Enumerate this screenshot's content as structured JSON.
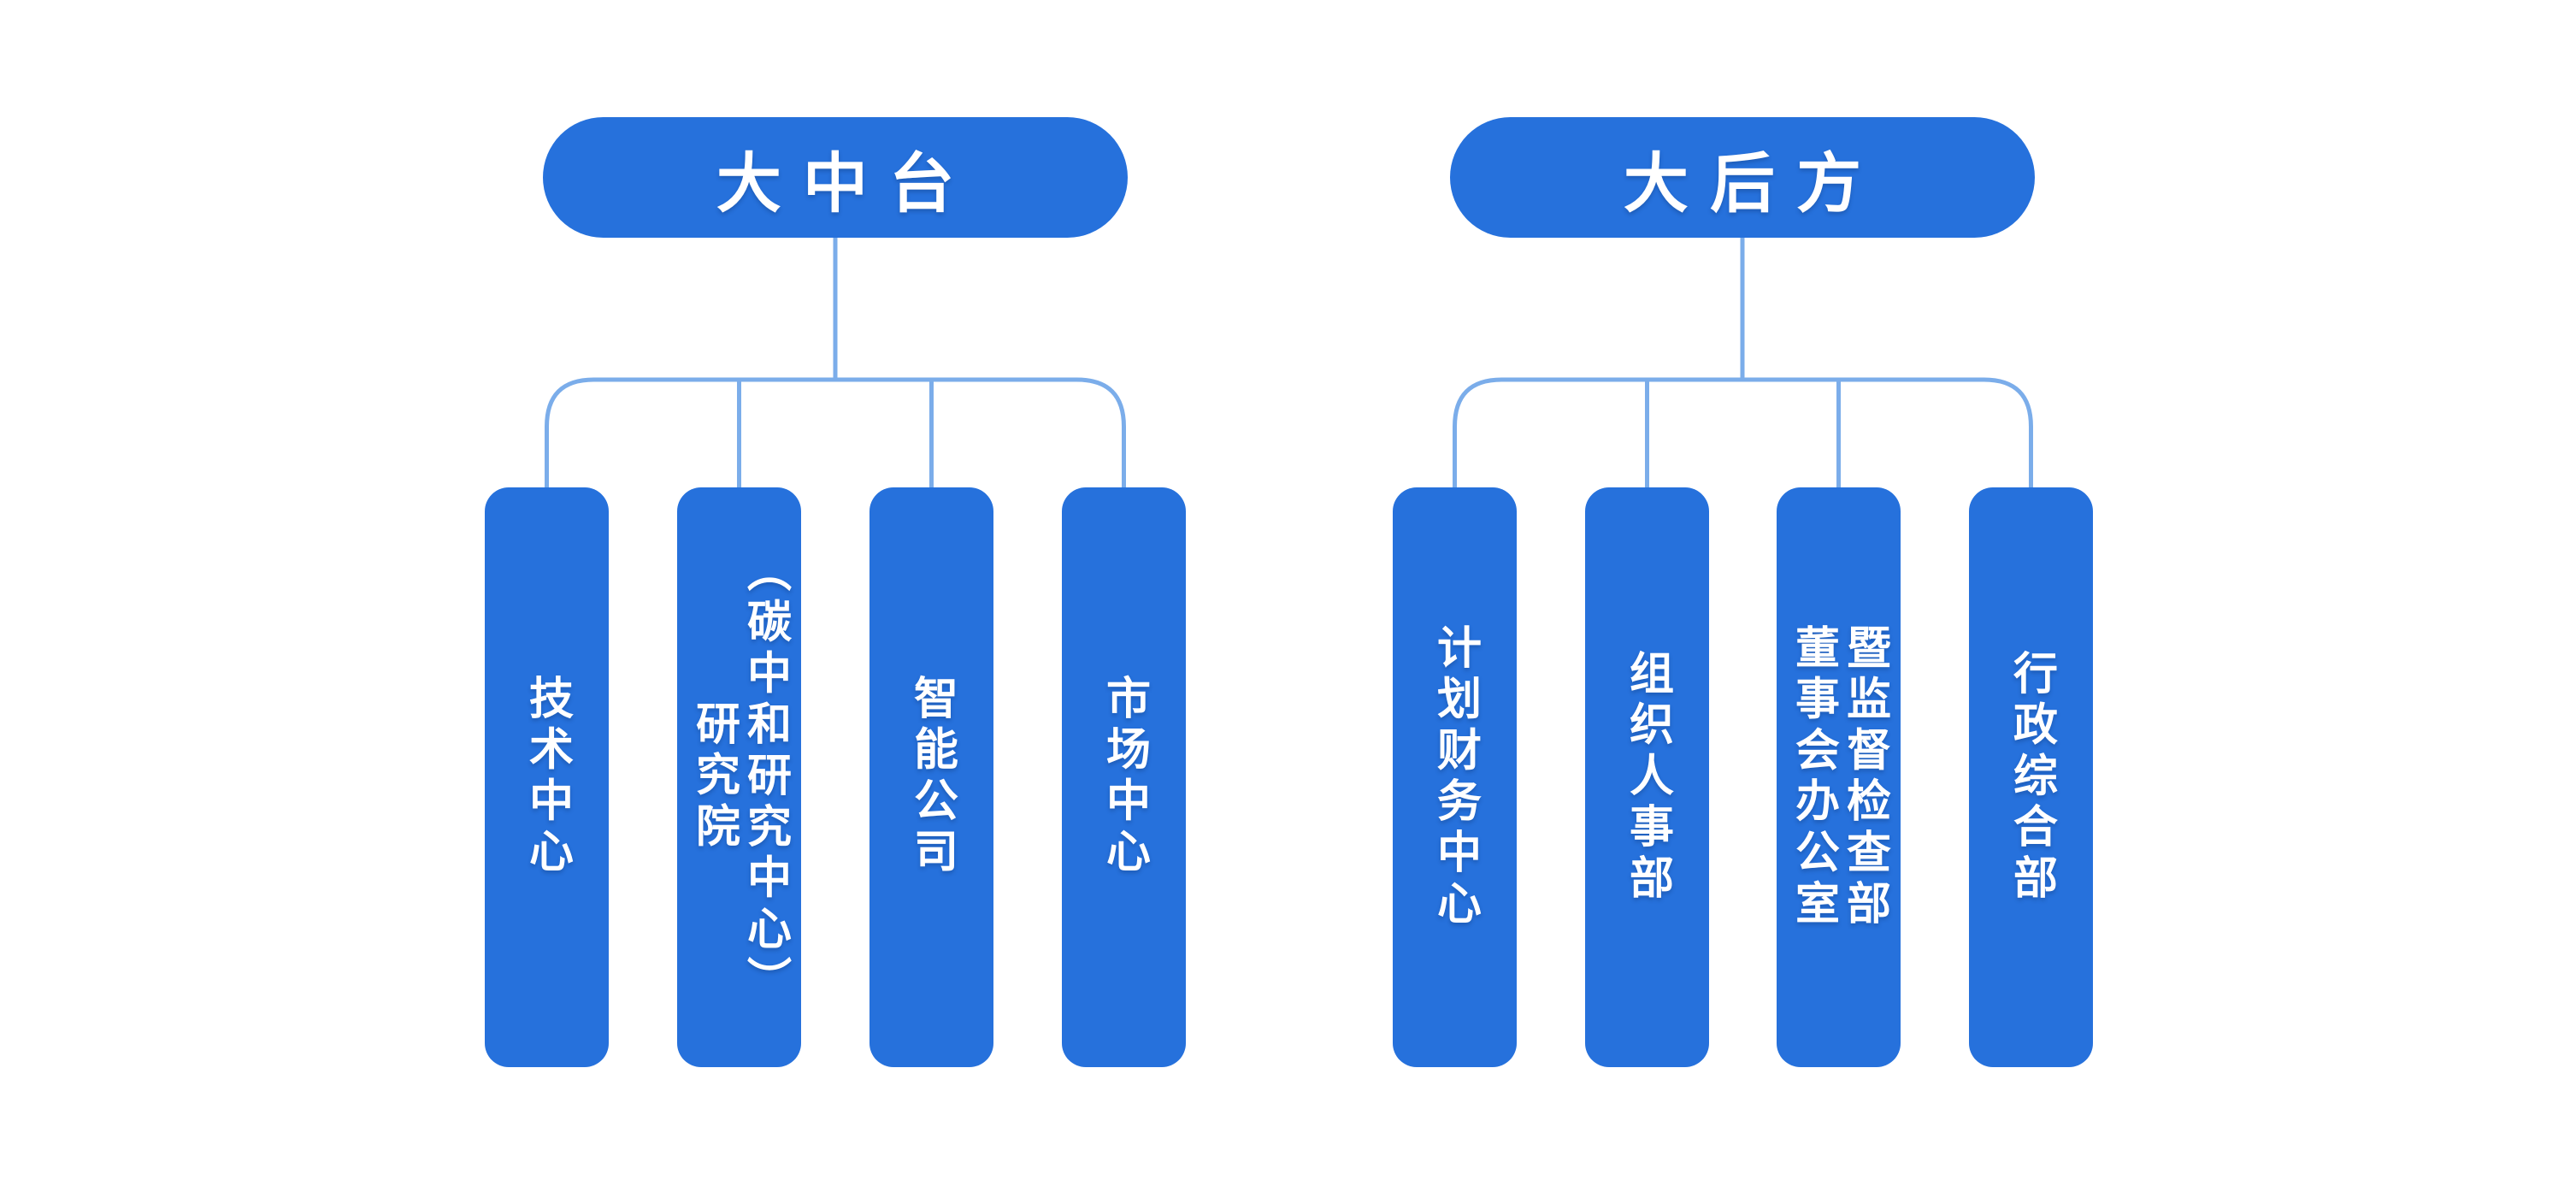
{
  "diagram": {
    "type": "org-chart",
    "background_color": "#ffffff",
    "node_fill_color": "#2671dc",
    "node_text_color": "#ffffff",
    "connector_color": "#7badea"
  },
  "groups": [
    {
      "title": "大中台",
      "children": [
        {
          "text": "技术中心"
        },
        {
          "text": "研究院\n（碳中和研究中心）"
        },
        {
          "text": "智能公司"
        },
        {
          "text": "市场中心"
        }
      ]
    },
    {
      "title": "大后方",
      "children": [
        {
          "text": "计划财务中心"
        },
        {
          "text": "组织人事部"
        },
        {
          "text": "董事会办公室\n暨监督检查部"
        },
        {
          "text": "行政综合部"
        }
      ]
    }
  ]
}
